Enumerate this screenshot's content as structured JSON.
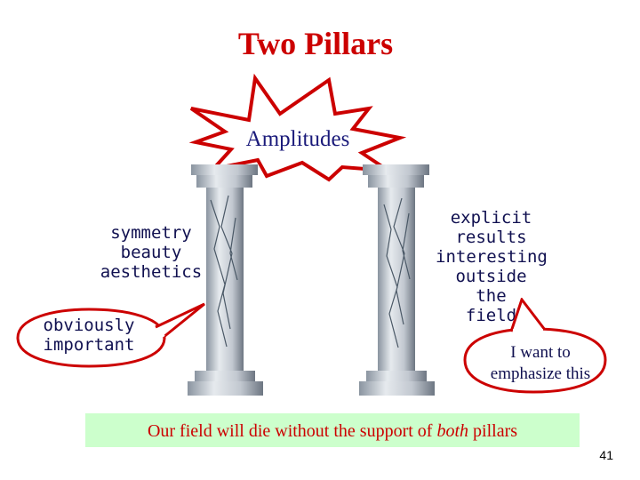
{
  "slide": {
    "title": "Two Pillars",
    "burst_label": "Amplitudes",
    "left_pillar_lines": [
      "symmetry",
      "beauty",
      "aesthetics"
    ],
    "right_pillar_lines": [
      "explicit",
      "results",
      "interesting",
      "outside the",
      "field"
    ],
    "left_callout_lines": [
      "obviously",
      "important"
    ],
    "right_callout_lines": [
      "I want to",
      "emphasize this"
    ],
    "footer": {
      "before": "Our field will die without the support of ",
      "emphasis": "both",
      "after": " pillars"
    },
    "page_number": "41"
  },
  "colors": {
    "title": "#cc0000",
    "burst_outline": "#cc0000",
    "burst_text": "#1a1a7a",
    "body_text": "#101050",
    "callout_outline": "#cc0000",
    "footer_bg": "#ccffcc",
    "footer_text": "#cc0000"
  },
  "icons": [
    "explosion-burst",
    "marble-pillar",
    "marble-pillar"
  ]
}
